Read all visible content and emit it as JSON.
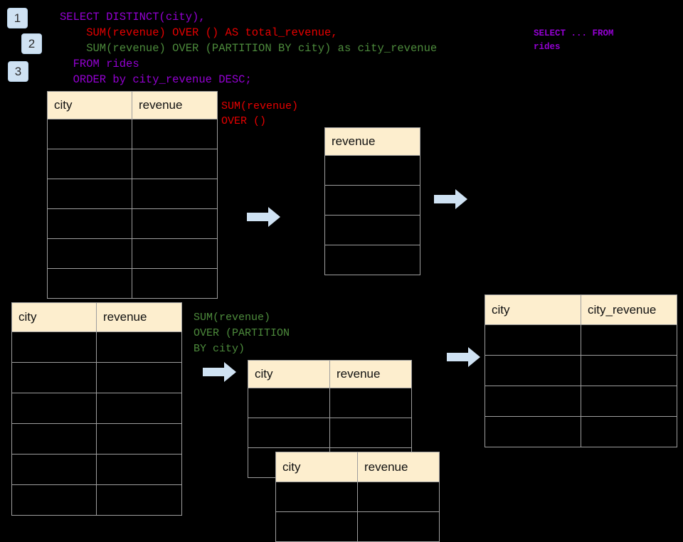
{
  "page": {
    "background": "#000000",
    "header_fill": "#fdeece",
    "accent_blue": "#cfe2f3",
    "sql_purple": "#9400d3",
    "sql_red": "#e60000",
    "sql_green": "#4d8b3c"
  },
  "badges": [
    {
      "label": "1"
    },
    {
      "label": "2"
    },
    {
      "label": "3"
    }
  ],
  "sql": {
    "line1": "SELECT DISTINCT(city),",
    "line2": "    SUM(revenue) OVER () AS total_revenue,",
    "line3": "    SUM(revenue) OVER (PARTITION BY city) as city_revenue",
    "line4": "  FROM rides",
    "line5": "  ORDER by city_revenue DESC;"
  },
  "annotations": {
    "select_from_rides": "SELECT ... FROM\nrides",
    "sum_over_empty": "SUM(revenue)\nOVER ()",
    "sum_over_partition": "SUM(revenue)\nOVER (PARTITION\nBY city)"
  },
  "tables": {
    "source_top": {
      "headers": [
        "city",
        "revenue"
      ],
      "row_count": 6,
      "rows": [
        [
          "",
          ""
        ],
        [
          "",
          ""
        ],
        [
          "",
          ""
        ],
        [
          "",
          ""
        ],
        [
          "",
          ""
        ],
        [
          "",
          ""
        ]
      ]
    },
    "total_revenue": {
      "headers": [
        "revenue"
      ],
      "row_count": 4,
      "rows": [
        [
          ""
        ],
        [
          ""
        ],
        [
          ""
        ],
        [
          ""
        ]
      ]
    },
    "source_bottom": {
      "headers": [
        "city",
        "revenue"
      ],
      "row_count": 6,
      "rows": [
        [
          "",
          ""
        ],
        [
          "",
          ""
        ],
        [
          "",
          ""
        ],
        [
          "",
          ""
        ],
        [
          "",
          ""
        ],
        [
          "",
          ""
        ]
      ]
    },
    "partition_back": {
      "headers": [
        "city",
        "revenue"
      ],
      "row_count": 3,
      "rows": [
        [
          "",
          ""
        ],
        [
          "",
          ""
        ],
        [
          "",
          ""
        ]
      ]
    },
    "partition_front": {
      "headers": [
        "city",
        "revenue"
      ],
      "row_count": 2,
      "rows": [
        [
          "",
          ""
        ],
        [
          "",
          ""
        ]
      ]
    },
    "result": {
      "headers": [
        "city",
        "city_revenue"
      ],
      "row_count": 4,
      "rows": [
        [
          "",
          ""
        ],
        [
          "",
          ""
        ],
        [
          "",
          ""
        ],
        [
          "",
          ""
        ]
      ]
    }
  },
  "arrows": [
    {
      "name": "arrow-source-to-total"
    },
    {
      "name": "arrow-total-to-result"
    },
    {
      "name": "arrow-source-to-partition"
    },
    {
      "name": "arrow-partition-to-result"
    }
  ]
}
